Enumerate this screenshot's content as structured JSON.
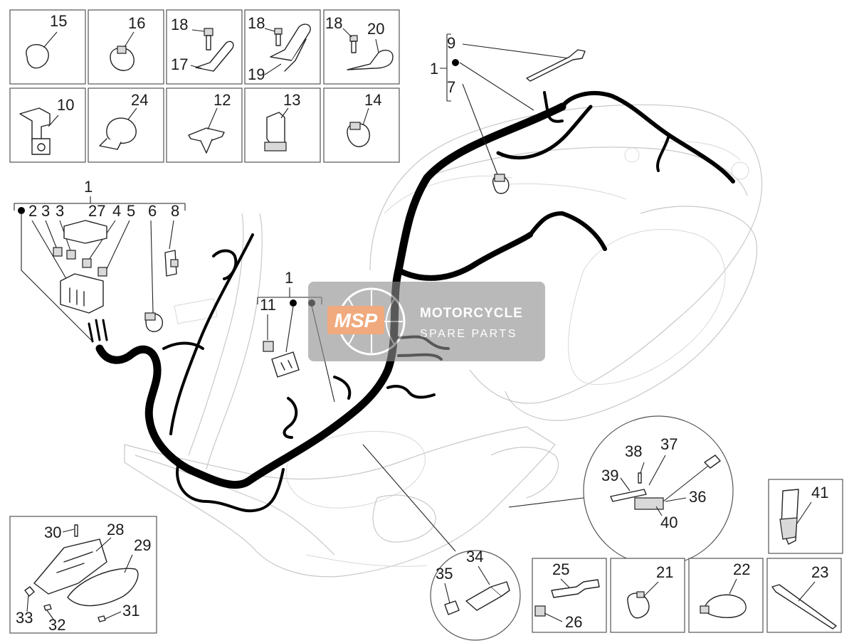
{
  "diagram": {
    "title": "",
    "callouts": {
      "c15": "15",
      "c16": "16",
      "c18a": "18",
      "c17": "17",
      "c18b": "18",
      "c19": "19",
      "c18c": "18",
      "c20": "20",
      "c10": "10",
      "c24": "24",
      "c12": "12",
      "c13": "13",
      "c14": "14",
      "c9": "9",
      "c1top": "1",
      "c7": "7",
      "c1left": "1",
      "c2": "2",
      "c3a": "3",
      "c3b": "3",
      "c27": "27",
      "c4": "4",
      "c5": "5",
      "c6": "6",
      "c8": "8",
      "c1mid": "1",
      "c11": "11",
      "c38": "38",
      "c37": "37",
      "c39": "39",
      "c36": "36",
      "c40": "40",
      "c41": "41",
      "c30": "30",
      "c28": "28",
      "c29": "29",
      "c33": "33",
      "c32": "32",
      "c31": "31",
      "c34": "34",
      "c35": "35",
      "c25": "25",
      "c26": "26",
      "c21": "21",
      "c22": "22",
      "c23": "23"
    }
  },
  "watermark": {
    "logo_text": "MSP",
    "line1": "MOTORCYCLE",
    "line2": "SPARE PARTS"
  },
  "colors": {
    "harness": "#000000",
    "watermark_bg": "#8f8f8f",
    "watermark_accent": "#e8772e"
  }
}
